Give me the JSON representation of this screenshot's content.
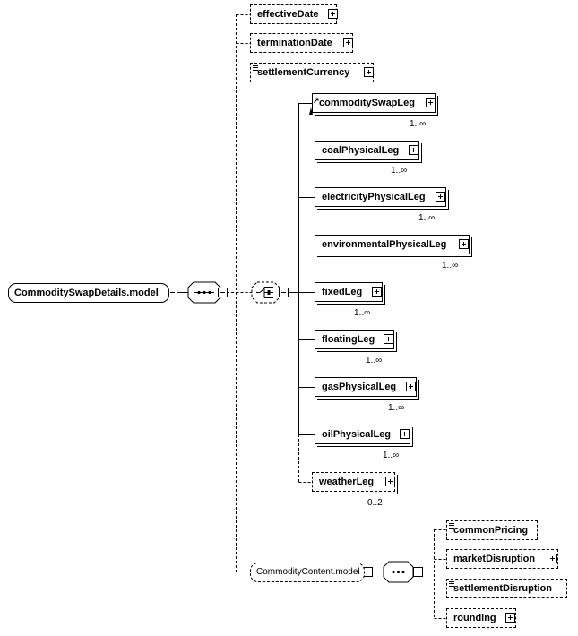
{
  "root": {
    "label": "CommoditySwapDetails.model"
  },
  "elements": {
    "effectiveDate": "effectiveDate",
    "terminationDate": "terminationDate",
    "settlementCurrency": "settlementCurrency"
  },
  "legs": {
    "commoditySwapLeg": {
      "label": "commoditySwapLeg",
      "card": "1..∞"
    },
    "coalPhysicalLeg": {
      "label": "coalPhysicalLeg",
      "card": "1..∞"
    },
    "electricityPhysicalLeg": {
      "label": "electricityPhysicalLeg",
      "card": "1..∞"
    },
    "environmentalPhysicalLeg": {
      "label": "environmentalPhysicalLeg",
      "card": "1..∞"
    },
    "fixedLeg": {
      "label": "fixedLeg",
      "card": "1..∞"
    },
    "floatingLeg": {
      "label": "floatingLeg",
      "card": "1..∞"
    },
    "gasPhysicalLeg": {
      "label": "gasPhysicalLeg",
      "card": "1..∞"
    },
    "oilPhysicalLeg": {
      "label": "oilPhysicalLeg",
      "card": "1..∞"
    },
    "weatherLeg": {
      "label": "weatherLeg",
      "card": "0..2"
    }
  },
  "content": {
    "label": "CommodityContent.model",
    "commonPricing": "commonPricing",
    "marketDisruption": "marketDisruption",
    "settlementDisruption": "settlementDisruption",
    "rounding": "rounding"
  }
}
